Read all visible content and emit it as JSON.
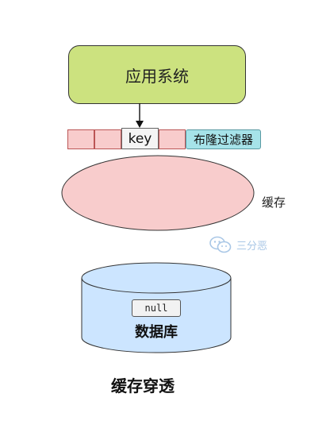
{
  "diagram": {
    "app_system": "应用系统",
    "key": "key",
    "bloom_filter": "布隆过滤器",
    "cache": "缓存",
    "watermark": "三分恶",
    "database": {
      "label": "数据库",
      "value": "null"
    },
    "caption": "缓存穿透"
  },
  "colors": {
    "app_fill": "#cce27f",
    "bit_fill": "#f8cccc",
    "bloom_fill": "#a6e3e9",
    "cache_fill": "#f8cccc",
    "db_fill": "#cce5ff",
    "watermark": "#a9c7e6"
  },
  "icons": {
    "watermark_icon": "wechat-icon"
  }
}
